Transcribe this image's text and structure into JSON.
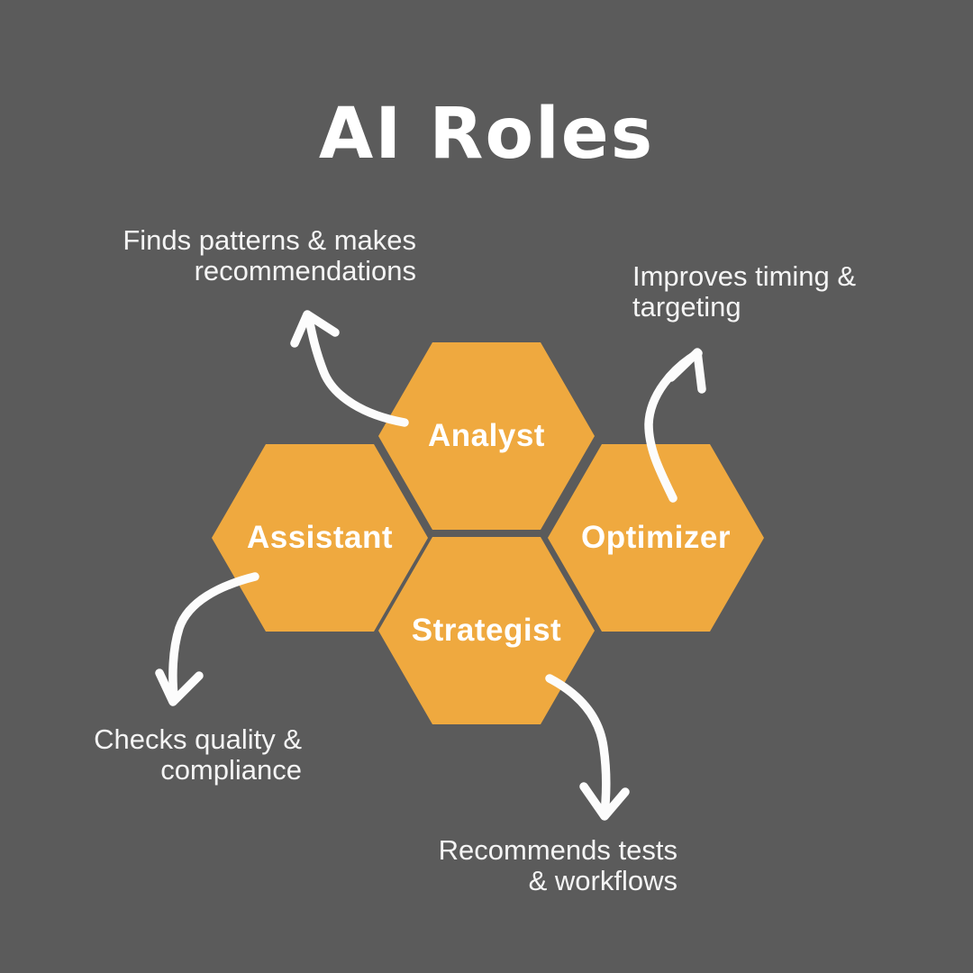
{
  "title": "AI Roles",
  "colors": {
    "background": "#5B5B5B",
    "hexagon": "#EFA93F",
    "title_text": "#FFFFFF",
    "note_text": "#F4F4F4",
    "arrow": "#FCFCFC",
    "hex_label_text": "#FFFFFF"
  },
  "hexagons": [
    {
      "id": "analyst",
      "label": "Analyst"
    },
    {
      "id": "assistant",
      "label": "Assistant"
    },
    {
      "id": "optimizer",
      "label": "Optimizer"
    },
    {
      "id": "strategist",
      "label": "Strategist"
    }
  ],
  "annotations": [
    {
      "for": "analyst",
      "lines": [
        "Finds patterns & makes",
        "recommendations"
      ],
      "align": "right"
    },
    {
      "for": "optimizer",
      "lines": [
        "Improves timing &",
        "targeting"
      ],
      "align": "left"
    },
    {
      "for": "assistant",
      "lines": [
        "Checks quality &",
        "compliance"
      ],
      "align": "right"
    },
    {
      "for": "strategist",
      "lines": [
        "Recommends tests",
        "& workflows"
      ],
      "align": "right"
    }
  ]
}
